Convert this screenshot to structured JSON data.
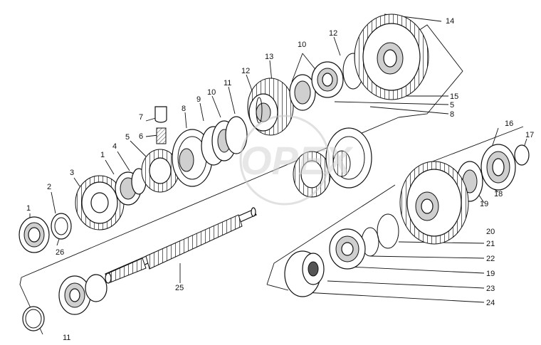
{
  "diagram": {
    "watermark": "OPEX",
    "callouts": [
      {
        "id": "c1",
        "text": "1"
      },
      {
        "id": "c2",
        "text": "2"
      },
      {
        "id": "c26",
        "text": "26"
      },
      {
        "id": "c3",
        "text": "3"
      },
      {
        "id": "c1b",
        "text": "1"
      },
      {
        "id": "c4",
        "text": "4"
      },
      {
        "id": "c5",
        "text": "5"
      },
      {
        "id": "c6",
        "text": "6"
      },
      {
        "id": "c7",
        "text": "7"
      },
      {
        "id": "c8",
        "text": "8"
      },
      {
        "id": "c9",
        "text": "9"
      },
      {
        "id": "c10",
        "text": "10"
      },
      {
        "id": "c11",
        "text": "11"
      },
      {
        "id": "c12",
        "text": "12"
      },
      {
        "id": "c13",
        "text": "13"
      },
      {
        "id": "c10b",
        "text": "10"
      },
      {
        "id": "c12b",
        "text": "12"
      },
      {
        "id": "c14",
        "text": "14"
      },
      {
        "id": "c15",
        "text": "15"
      },
      {
        "id": "c5b",
        "text": "5"
      },
      {
        "id": "c8b",
        "text": "8"
      },
      {
        "id": "c16",
        "text": "16"
      },
      {
        "id": "c17",
        "text": "17"
      },
      {
        "id": "c18",
        "text": "18"
      },
      {
        "id": "c19",
        "text": "19"
      },
      {
        "id": "c20",
        "text": "20"
      },
      {
        "id": "c21",
        "text": "21"
      },
      {
        "id": "c22",
        "text": "22"
      },
      {
        "id": "c19b",
        "text": "19"
      },
      {
        "id": "c23",
        "text": "23"
      },
      {
        "id": "c24",
        "text": "24"
      },
      {
        "id": "c25",
        "text": "25"
      },
      {
        "id": "c11b",
        "text": "11"
      }
    ]
  }
}
